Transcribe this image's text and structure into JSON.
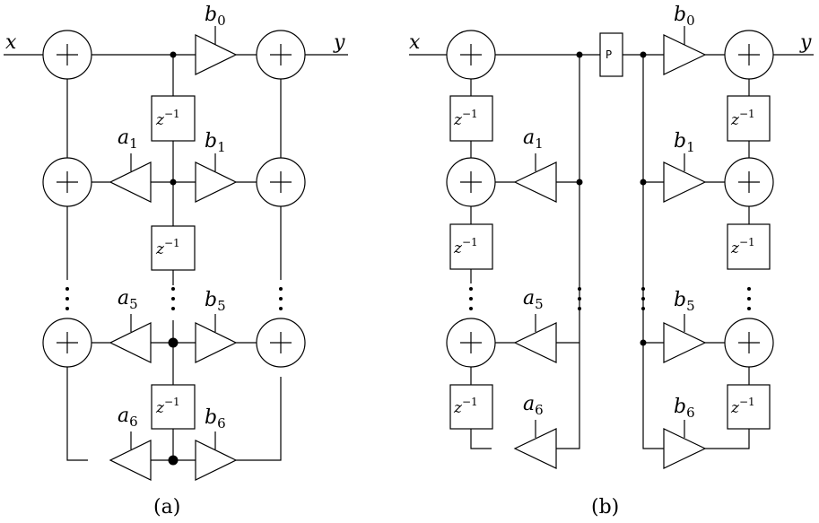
{
  "input_label": "x",
  "output_label": "y",
  "delay": {
    "main": "z",
    "exp": "−1"
  },
  "coef_a": "a",
  "coef_b": "b",
  "sub": {
    "0": "0",
    "1": "1",
    "5": "5",
    "6": "6"
  },
  "permute_label": "P",
  "captions": {
    "a": "(a)",
    "b": "(b)"
  }
}
